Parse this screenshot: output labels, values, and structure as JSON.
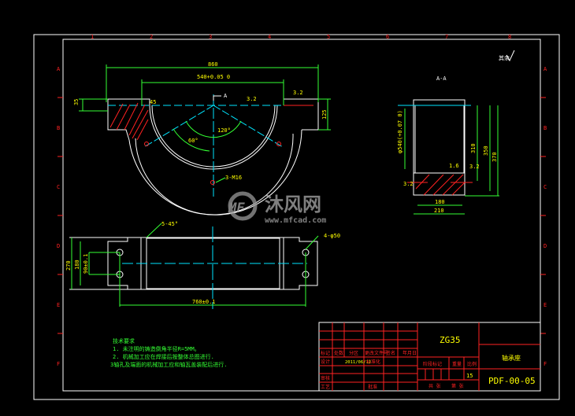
{
  "drawing": {
    "material": "ZG35",
    "part_name": "轴承座",
    "drawing_number": "PDF-00-05",
    "scale": "15",
    "section_label": "A-A",
    "section_marker": "A",
    "roughness_note": "其余",
    "watermark": {
      "brand": "沐风网",
      "url": "www.mfcad.com"
    }
  },
  "zones": {
    "rows": [
      "A",
      "B",
      "C",
      "D",
      "E",
      "F"
    ],
    "cols": [
      "1",
      "2",
      "3",
      "4",
      "5",
      "6",
      "7",
      "8"
    ]
  },
  "dimensions": {
    "front": [
      "860",
      "540+0.05 0",
      "35",
      "45",
      "125",
      "120°",
      "60°",
      "3-M16",
      "3.2",
      "3.2"
    ],
    "section": [
      "φ540(+0.07 0)",
      "310",
      "350",
      "370",
      "180",
      "210",
      "1.6",
      "3.2",
      "3.2"
    ],
    "plan": [
      "5-45°",
      "4-φ50",
      "270",
      "180",
      "90±0.1",
      "760±0.1"
    ]
  },
  "technical_requirements": {
    "title": "技术要求",
    "items": [
      "1. 未注明的铸造倒角半径R=5MM。",
      "2. 机械加工应在焊接后按整体总图进行.",
      "3轴孔及端面的机械加工应和轴瓦盖装配后进行."
    ]
  },
  "title_block": {
    "header": [
      "标记",
      "处数",
      "分区",
      "更改文件号",
      "签名",
      "年月日"
    ],
    "design": "设计",
    "date": "2011/06/12",
    "standardize": "标准化",
    "review": "审核",
    "process": "工艺",
    "approve": "批准",
    "stage_mark": "阶段标记",
    "weight": "重量",
    "scale_label": "比例",
    "sheets": "共  张",
    "sheet_no": "第  张"
  }
}
